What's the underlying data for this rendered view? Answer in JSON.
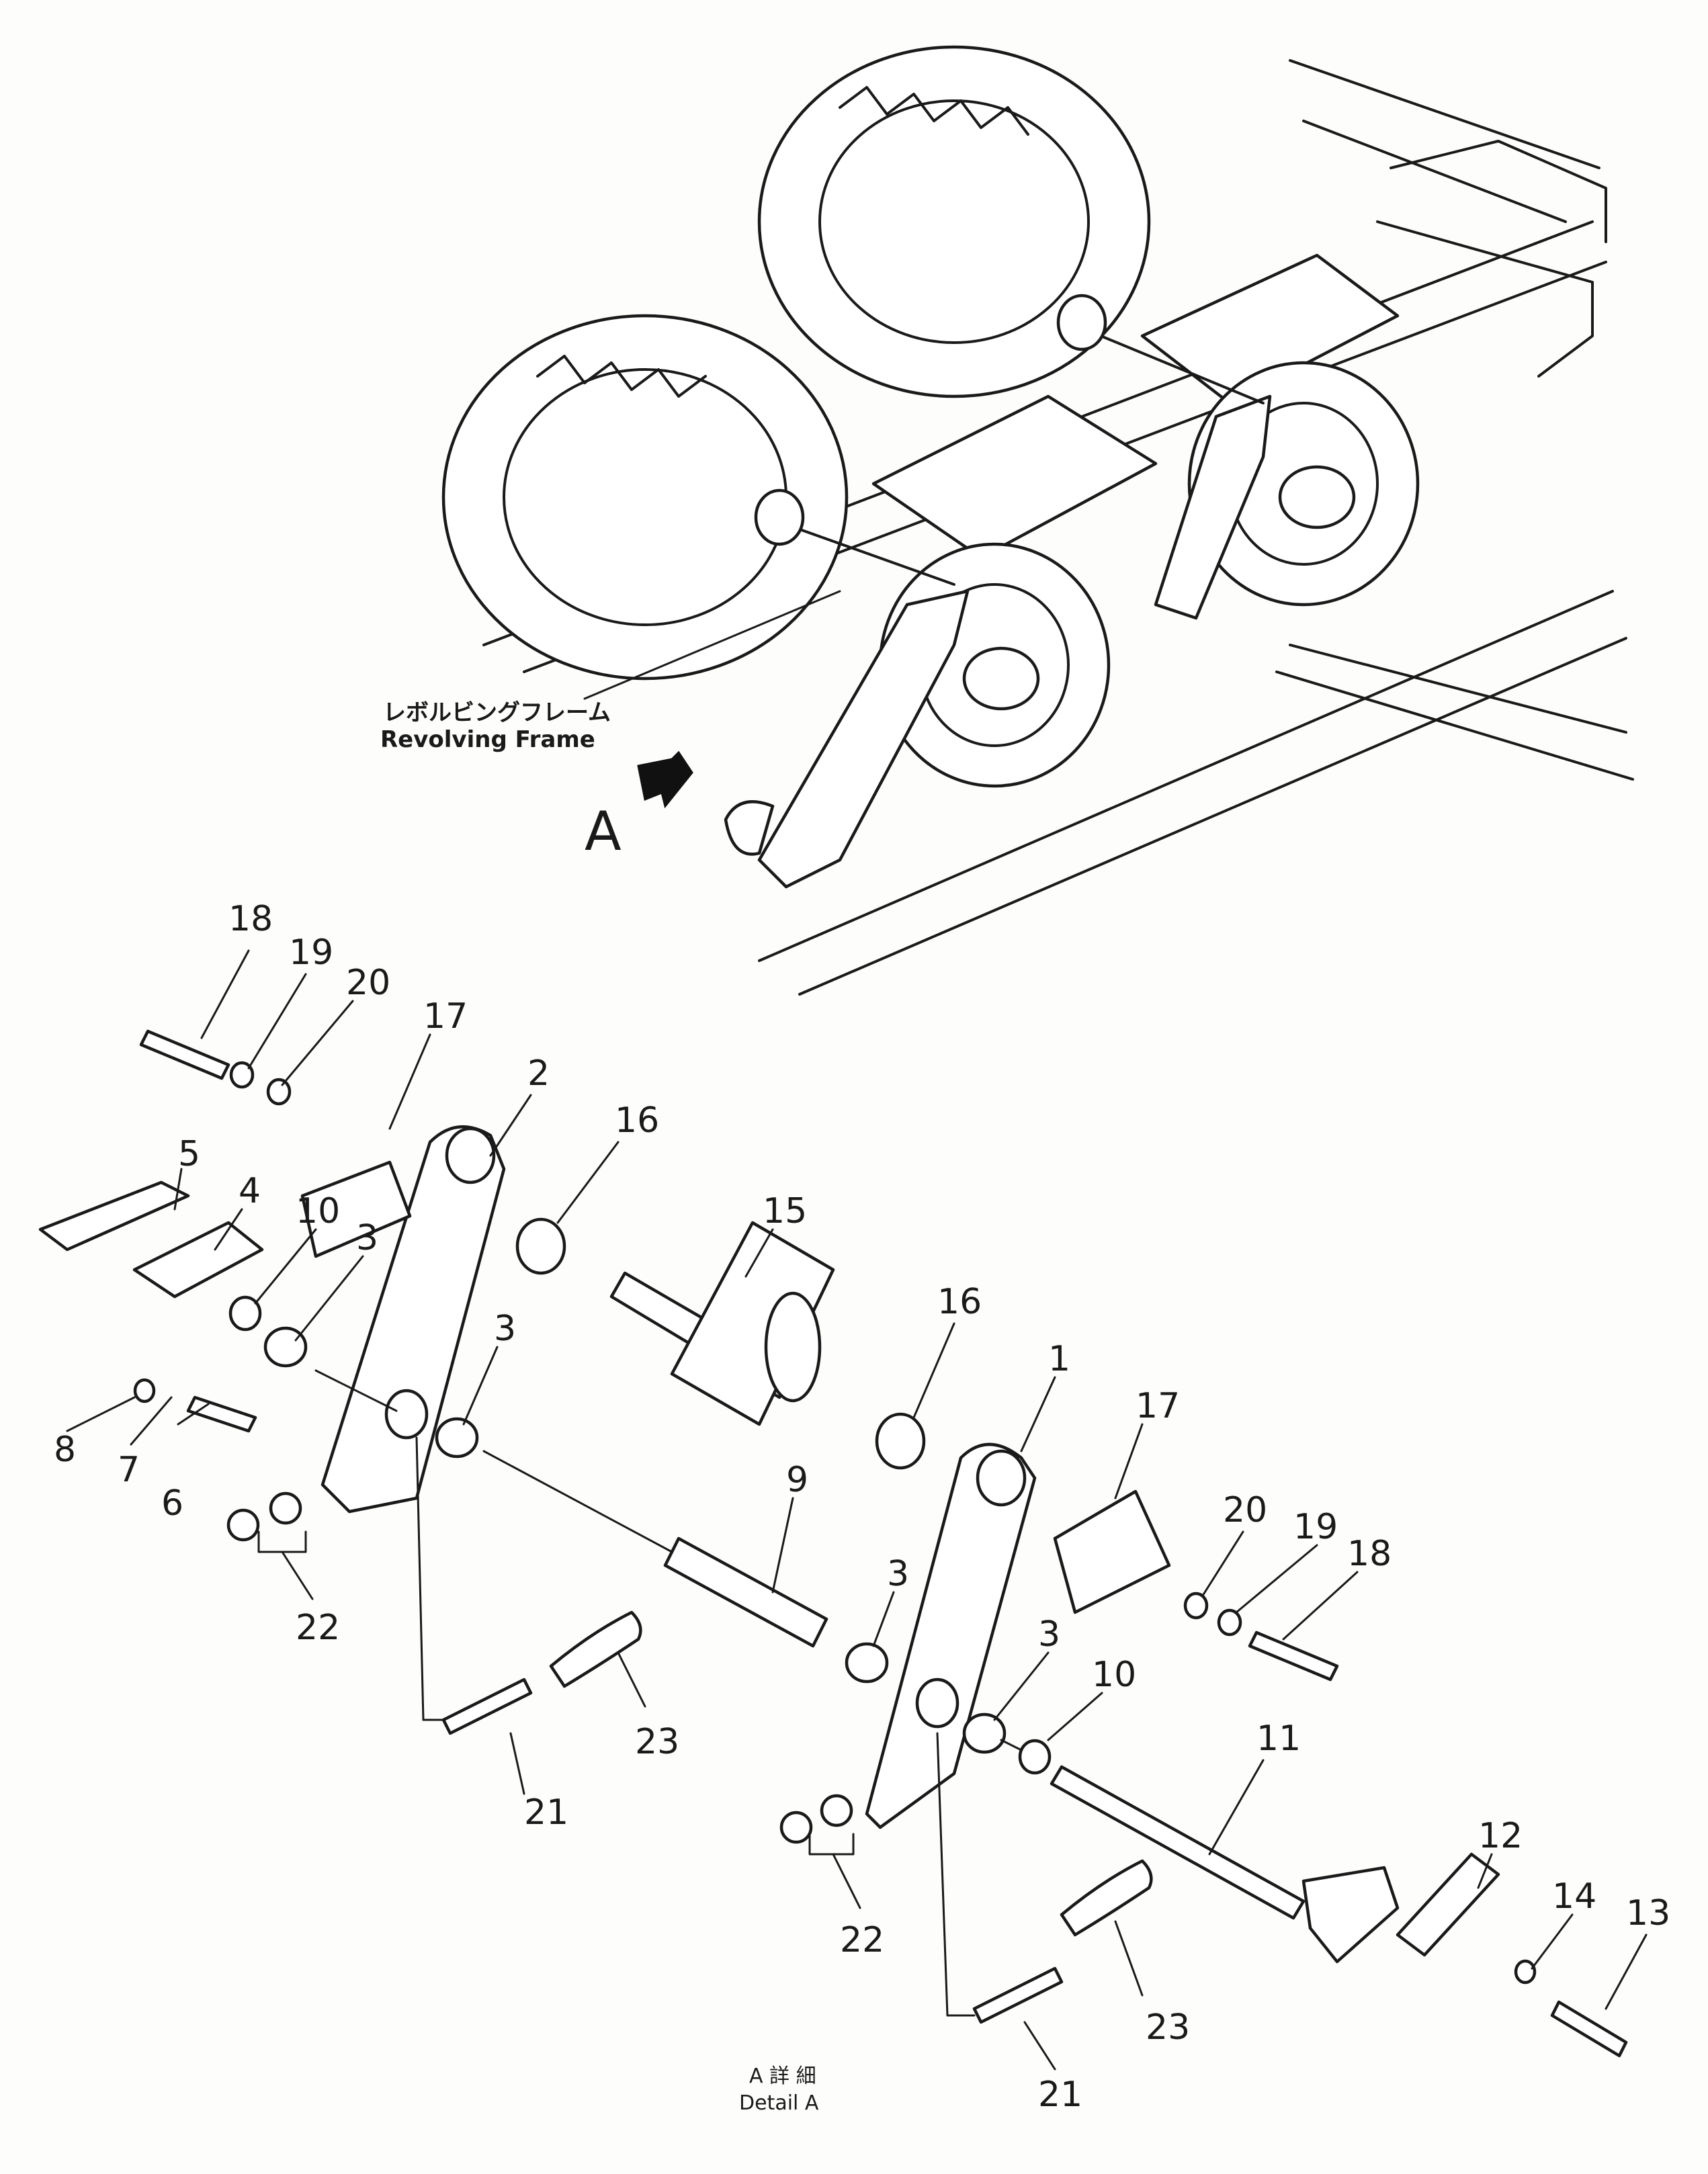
{
  "overview": {
    "frame_label_jp": "レボルビングフレーム",
    "frame_label_en": "Revolving  Frame",
    "view_marker": "A"
  },
  "detail": {
    "caption_jp": "A 詳 細",
    "caption_en": "Detail A"
  },
  "callouts": [
    "18",
    "19",
    "20",
    "17",
    "2",
    "16",
    "5",
    "4",
    "10",
    "3",
    "15",
    "3",
    "16",
    "8",
    "7",
    "6",
    "1",
    "17",
    "20",
    "19",
    "18",
    "9",
    "3",
    "22",
    "3",
    "10",
    "11",
    "23",
    "21",
    "12",
    "14",
    "13",
    "22",
    "23",
    "21"
  ]
}
